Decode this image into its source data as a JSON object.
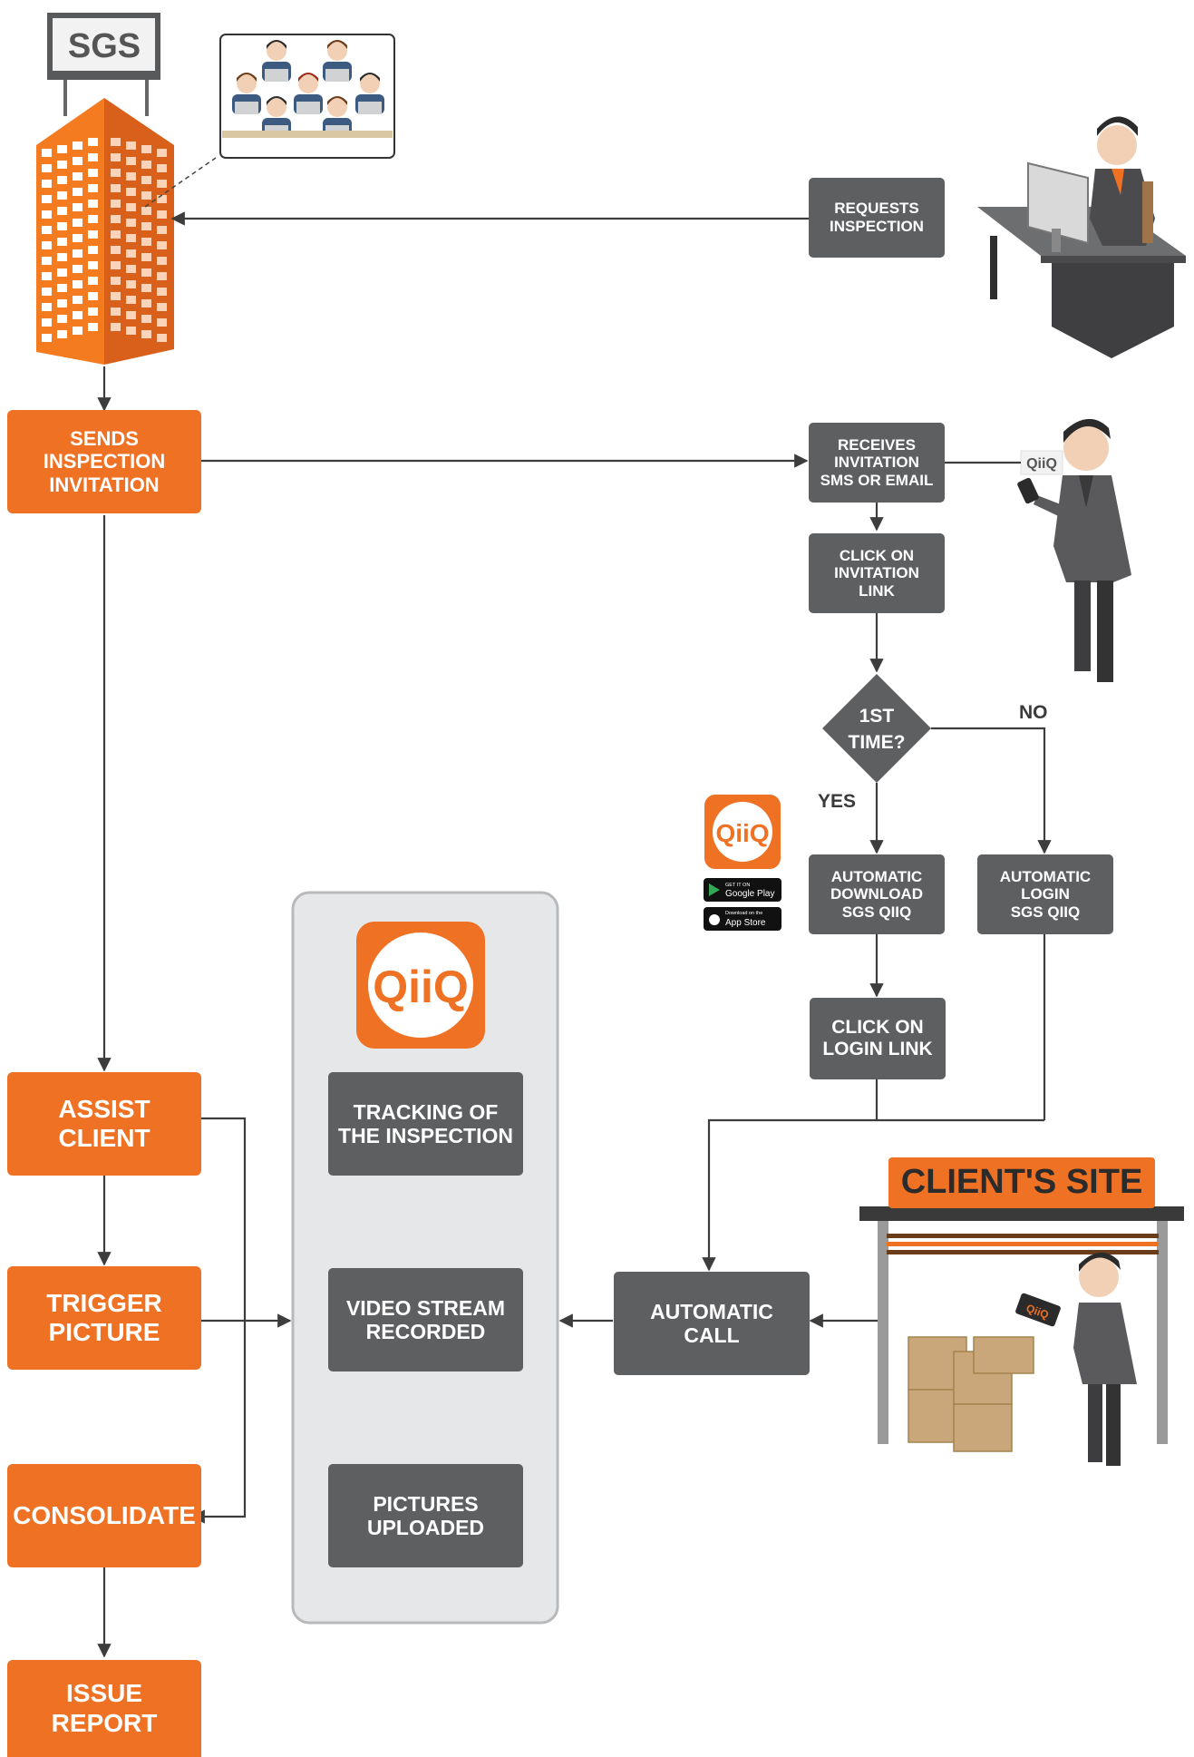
{
  "colors": {
    "orange": "#ef7124",
    "dark_gray": "#5e5f61",
    "panel_gray": "#e6e7e8",
    "line": "#3d3d3d"
  },
  "logos": {
    "sgs_sign": "SGS",
    "qiiq_small": "QiiQ",
    "qiiq_big": "QiiQ",
    "qiiq_phone": "QiiQ",
    "qiiq_tablet": "QiiQ",
    "google_play_top": "GET IT ON",
    "google_play": "Google Play",
    "app_store_top": "Download on the",
    "app_store": "App Store"
  },
  "left_flow": {
    "sends_invitation": "SENDS INSPECTION\nINVITATION",
    "assist_client": "ASSIST\nCLIENT",
    "trigger_picture": "TRIGGER\nPICTURE",
    "consolidate": "CONSOLIDATE",
    "issue_report": "ISSUE\nREPORT"
  },
  "right_flow": {
    "requests_inspection": "REQUESTS\nINSPECTION",
    "receives_invitation": "RECEIVES\nINVITATION\nSMS OR EMAIL",
    "click_invitation_link": "CLICK ON\nINVITATION\nLINK",
    "decision": "1ST\nTIME?",
    "yes_label": "YES",
    "no_label": "NO",
    "auto_download": "AUTOMATIC\nDOWNLOAD\nSGS QIIQ",
    "auto_login": "AUTOMATIC\nLOGIN\nSGS QIIQ",
    "click_login_link": "CLICK ON\nLOGIN LINK",
    "automatic_call": "AUTOMATIC\nCALL"
  },
  "qiiq_panel": {
    "tracking": "TRACKING OF\nTHE INSPECTION",
    "video": "VIDEO STREAM\nRECORDED",
    "pictures": "PICTURES\nUPLOADED"
  },
  "site": {
    "banner": "CLIENT'S SITE"
  }
}
